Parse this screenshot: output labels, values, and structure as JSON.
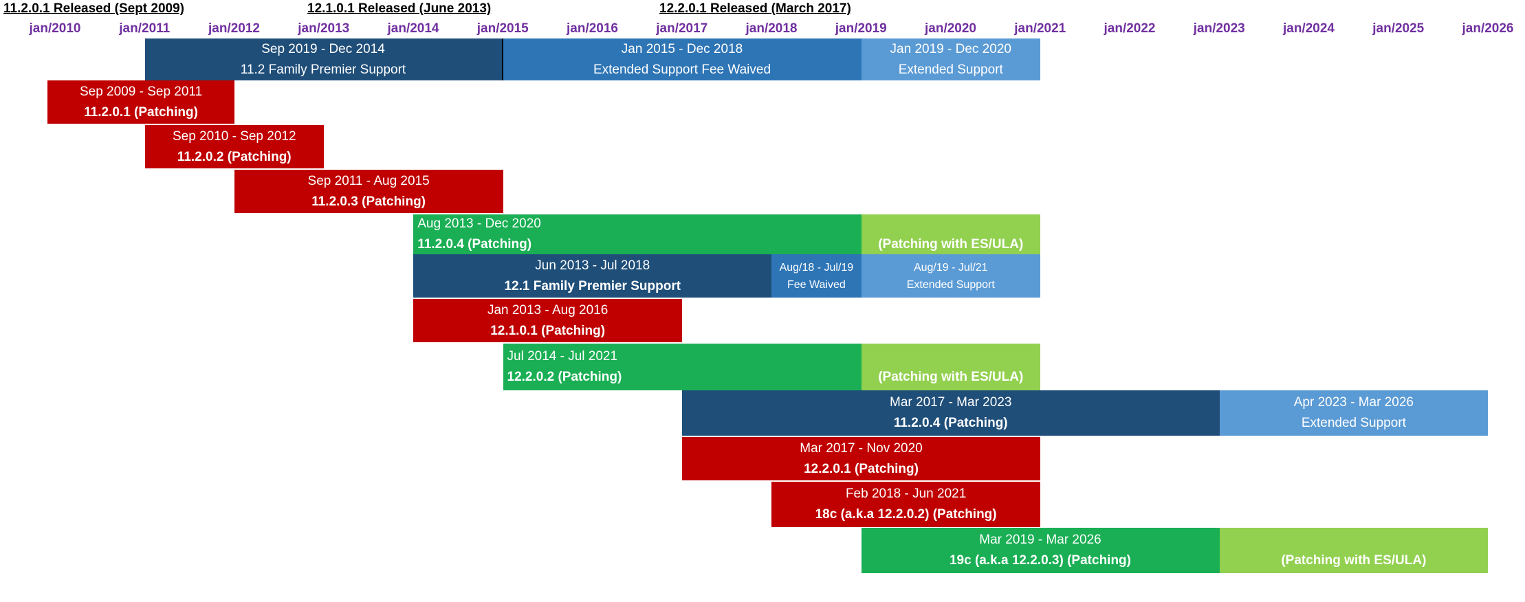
{
  "chart_data": {
    "type": "timeline",
    "x_range": [
      "2010-01",
      "2026-01"
    ],
    "releases": [
      {
        "label": "11.2.0.1 Released (Sept 2009)",
        "date": "2010-01"
      },
      {
        "label": "12.1.0.1 Released (June 2013)",
        "date": "2013-06"
      },
      {
        "label": "12.2.0.1 Released (March 2017)",
        "date": "2017-04"
      }
    ],
    "tick_labels": [
      "jan/2010",
      "jan/2011",
      "jan/2012",
      "jan/2013",
      "jan/2014",
      "jan/2015",
      "jan/2016",
      "jan/2017",
      "jan/2018",
      "jan/2019",
      "jan/2020",
      "jan/2021",
      "jan/2022",
      "jan/2023",
      "jan/2024",
      "jan/2025",
      "jan/2026"
    ],
    "colors": {
      "dark_blue": "#1f4e79",
      "mid_blue": "#2e75b6",
      "light_blue": "#5b9bd5",
      "red": "#c00000",
      "green": "#1aaf54",
      "light_green": "#92d050"
    },
    "bars": [
      {
        "row": 0,
        "start": "2011-01",
        "end": "2015-01",
        "color": "dark_blue",
        "lines": [
          "Sep 2019 - Dec 2014",
          "11.2 Family Premier Support"
        ],
        "bold": [
          false,
          false
        ],
        "divider": true
      },
      {
        "row": 0,
        "start": "2015-01",
        "end": "2019-01",
        "color": "mid_blue",
        "lines": [
          "Jan 2015 - Dec 2018",
          "Extended Support Fee Waived"
        ],
        "bold": [
          false,
          false
        ]
      },
      {
        "row": 0,
        "start": "2019-01",
        "end": "2021-01",
        "color": "light_blue",
        "lines": [
          "Jan 2019 - Dec 2020",
          "Extended Support"
        ],
        "bold": [
          false,
          false
        ]
      },
      {
        "row": 1,
        "start": "2009-12",
        "end": "2012-01",
        "color": "red",
        "lines": [
          "Sep 2009 - Sep 2011",
          "11.2.0.1 (Patching)"
        ],
        "bold": [
          false,
          true
        ]
      },
      {
        "row": 2,
        "start": "2011-01",
        "end": "2013-01",
        "color": "red",
        "lines": [
          "Sep 2010 - Sep 2012",
          "11.2.0.2 (Patching)"
        ],
        "bold": [
          false,
          true
        ]
      },
      {
        "row": 3,
        "start": "2012-01",
        "end": "2015-01",
        "color": "red",
        "lines": [
          "Sep 2011 - Aug 2015",
          "11.2.0.3 (Patching)"
        ],
        "bold": [
          false,
          true
        ]
      },
      {
        "row": 4,
        "start": "2014-01",
        "end": "2019-01",
        "color": "green",
        "lines": [
          "Aug 2013 - Dec 2020",
          "11.2.0.4 (Patching)"
        ],
        "bold": [
          false,
          true
        ],
        "align": "left"
      },
      {
        "row": 4,
        "start": "2019-01",
        "end": "2021-01",
        "color": "light_green",
        "lines": [
          "",
          "(Patching with ES/ULA)"
        ],
        "bold": [
          false,
          true
        ]
      },
      {
        "row": 5,
        "start": "2014-01",
        "end": "2018-01",
        "color": "dark_blue",
        "lines": [
          "Jun 2013 - Jul 2018",
          "12.1 Family Premier Support"
        ],
        "bold": [
          false,
          true
        ]
      },
      {
        "row": 5,
        "start": "2018-01",
        "end": "2019-01",
        "color": "mid_blue",
        "lines": [
          "Aug/18 - Jul/19",
          "Fee Waived"
        ],
        "bold": [
          false,
          false
        ],
        "small": true
      },
      {
        "row": 5,
        "start": "2019-01",
        "end": "2021-01",
        "color": "light_blue",
        "lines": [
          "Aug/19 - Jul/21",
          "Extended Support"
        ],
        "bold": [
          false,
          false
        ],
        "small": true
      },
      {
        "row": 6,
        "start": "2014-01",
        "end": "2017-01",
        "color": "red",
        "lines": [
          "Jan 2013 - Aug 2016",
          "12.1.0.1 (Patching)"
        ],
        "bold": [
          false,
          true
        ]
      },
      {
        "row": 7,
        "start": "2015-01",
        "end": "2019-01",
        "color": "green",
        "lines": [
          "Jul 2014 - Jul 2021",
          "12.2.0.2 (Patching)"
        ],
        "bold": [
          false,
          true
        ],
        "align": "left"
      },
      {
        "row": 7,
        "start": "2019-01",
        "end": "2021-01",
        "color": "light_green",
        "lines": [
          "",
          "(Patching with ES/ULA)"
        ],
        "bold": [
          false,
          true
        ]
      },
      {
        "row": 8,
        "start": "2017-01",
        "end": "2023-01",
        "color": "dark_blue",
        "lines": [
          "Mar 2017 - Mar 2023",
          "11.2.0.4 (Patching)"
        ],
        "bold": [
          false,
          true
        ]
      },
      {
        "row": 8,
        "start": "2023-01",
        "end": "2026-01",
        "color": "light_blue",
        "lines": [
          "Apr 2023 - Mar 2026",
          "Extended Support"
        ],
        "bold": [
          false,
          false
        ]
      },
      {
        "row": 9,
        "start": "2017-01",
        "end": "2021-01",
        "color": "red",
        "lines": [
          "Mar 2017 - Nov 2020",
          "12.2.0.1 (Patching)"
        ],
        "bold": [
          false,
          true
        ]
      },
      {
        "row": 10,
        "start": "2018-01",
        "end": "2021-01",
        "color": "red",
        "lines": [
          "Feb 2018 - Jun 2021",
          "18c (a.k.a 12.2.0.2) (Patching)"
        ],
        "bold": [
          false,
          true
        ]
      },
      {
        "row": 11,
        "start": "2019-01",
        "end": "2023-01",
        "color": "green",
        "lines": [
          "Mar 2019 - Mar 2026",
          "19c (a.k.a 12.2.0.3) (Patching)"
        ],
        "bold": [
          false,
          true
        ]
      },
      {
        "row": 11,
        "start": "2023-01",
        "end": "2026-01",
        "color": "light_green",
        "lines": [
          "",
          "(Patching with ES/ULA)"
        ],
        "bold": [
          false,
          true
        ]
      }
    ]
  }
}
